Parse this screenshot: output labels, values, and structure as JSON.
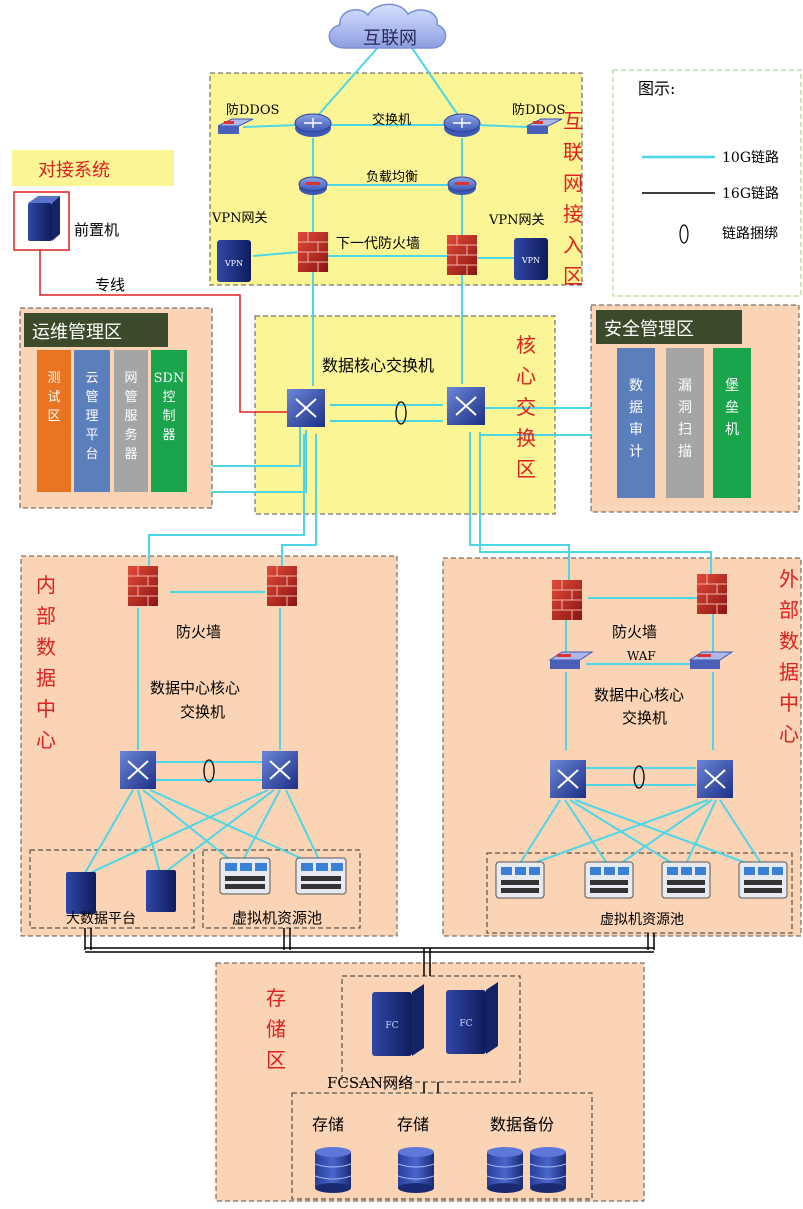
{
  "internet": {
    "label": "互联网"
  },
  "legend": {
    "title": "图示:",
    "items": [
      {
        "label": "10G链路",
        "color": "#4dd6e6"
      },
      {
        "label": "16G链路",
        "color": "#000000"
      },
      {
        "label": "链路捆绑"
      }
    ]
  },
  "internet_zone": {
    "title_chars": [
      "互",
      "联",
      "网",
      "接",
      "入",
      "区"
    ],
    "anti_ddos_left": "防DDOS",
    "anti_ddos_right": "防DDOS",
    "switch": "交换机",
    "load_balancer": "负载均衡",
    "vpn_left": "VPN网关",
    "vpn_right": "VPN网关",
    "ngfw": "下一代防火墙",
    "vpn_icon_text": "VPN"
  },
  "docking": {
    "title": "对接系统",
    "front_server": "前置机",
    "dedicated_line": "专线"
  },
  "ops_zone": {
    "title": "运维管理区",
    "columns": [
      {
        "chars": [
          "测",
          "试",
          "区"
        ],
        "color": "#e97522"
      },
      {
        "chars": [
          "云",
          "管",
          "理",
          "平",
          "台"
        ],
        "color": "#5b7fbd"
      },
      {
        "chars": [
          "网",
          "管",
          "服",
          "务",
          "器"
        ],
        "color": "#a5a5a5"
      },
      {
        "chars": [
          "SDN",
          "控",
          "制",
          "器"
        ],
        "color": "#1aa44b"
      }
    ]
  },
  "core_zone": {
    "title_chars": [
      "核",
      "心",
      "交",
      "换",
      "区"
    ],
    "switch_label": "数据核心交换机"
  },
  "security_zone": {
    "title": "安全管理区",
    "columns": [
      {
        "chars": [
          "数",
          "据",
          "审",
          "计"
        ],
        "color": "#5b7fbd"
      },
      {
        "chars": [
          "漏",
          "洞",
          "扫",
          "描"
        ],
        "color": "#a5a5a5"
      },
      {
        "chars": [
          "堡",
          "垒",
          "机"
        ],
        "color": "#1aa44b"
      }
    ]
  },
  "internal_dc": {
    "title_chars": [
      "内",
      "部",
      "数",
      "据",
      "中",
      "心"
    ],
    "firewall": "防火墙",
    "core_switch_line1": "数据中心核心",
    "core_switch_line2": "交换机",
    "big_data": "大数据平台",
    "vm_pool": "虚拟机资源池"
  },
  "external_dc": {
    "title_chars": [
      "外",
      "部",
      "数",
      "据",
      "中",
      "心"
    ],
    "firewall": "防火墙",
    "waf": "WAF",
    "core_switch_line1": "数据中心核心",
    "core_switch_line2": "交换机",
    "vm_pool": "虚拟机资源池"
  },
  "storage_zone": {
    "title_chars": [
      "存",
      "储",
      "区"
    ],
    "fc_label": "FC",
    "fcsan": "FCSAN网络",
    "storage1": "存储",
    "storage2": "存储",
    "backup": "数据备份"
  }
}
